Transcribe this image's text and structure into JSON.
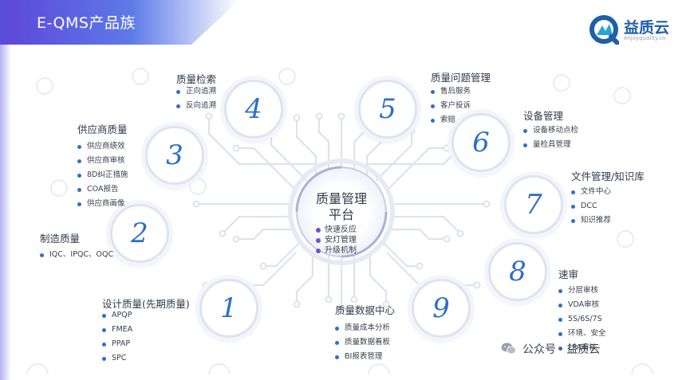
{
  "header": {
    "title": "E-QMS产品族"
  },
  "logo": {
    "name": "益质云",
    "url_text": "enjoyquality.cn"
  },
  "center": {
    "title_line1": "质量管理",
    "title_line2": "平台",
    "items": [
      "快速反应",
      "安灯管理",
      "升级机制"
    ]
  },
  "nodes": [
    {
      "number": "1",
      "title": "设计质量(先期质量)",
      "items": [
        "APQP",
        "FMEA",
        "PPAP",
        "SPC"
      ]
    },
    {
      "number": "2",
      "title": "制造质量",
      "items": [
        "IQC、IPQC、OQC"
      ]
    },
    {
      "number": "3",
      "title": "供应商质量",
      "items": [
        "供应商绩效",
        "供应商审核",
        "8D纠正措施",
        "COA报告",
        "供应商画像"
      ]
    },
    {
      "number": "4",
      "title": "质量检索",
      "items": [
        "正向追溯",
        "反向追溯"
      ]
    },
    {
      "number": "5",
      "title": "质量问题管理",
      "items": [
        "售后服务",
        "客户投诉",
        "索赔"
      ]
    },
    {
      "number": "6",
      "title": "设备管理",
      "items": [
        "设备移动点检",
        "量检具管理"
      ]
    },
    {
      "number": "7",
      "title": "文件管理/知识库",
      "items": [
        "文件中心",
        "DCC",
        "知识推荐"
      ]
    },
    {
      "number": "8",
      "title": "速审",
      "items": [
        "分层审核",
        "VDA审核",
        "5S/6S/7S",
        "环境、安全",
        "LPA审核"
      ]
    },
    {
      "number": "9",
      "title": "质量数据中心",
      "items": [
        "质量成本分析",
        "质量数据看板",
        "BI报表管理"
      ]
    }
  ],
  "watermark": {
    "text": "公众号 · 益质云"
  },
  "colors": {
    "accent": "#2e6fd0",
    "title_band": "#5b5fe0",
    "number": "#2d6ecb",
    "center_bullet": "#6b57c9"
  }
}
